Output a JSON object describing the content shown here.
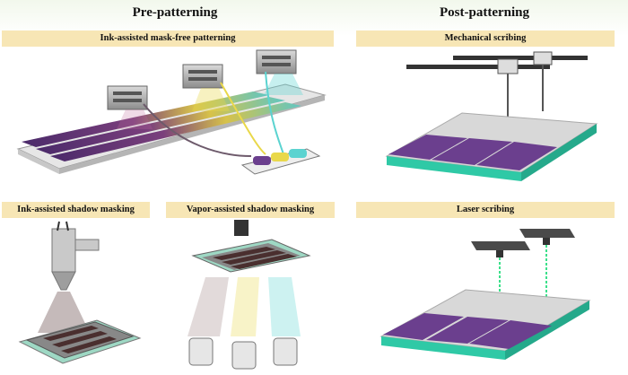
{
  "sections": {
    "pre": "Pre-patterning",
    "post": "Post-patterning"
  },
  "panels": {
    "ink_mask_free": "Ink-assisted mask-free patterning",
    "mechanical": "Mechanical scribing",
    "ink_shadow": "Ink-assisted shadow masking",
    "vapor_shadow": "Vapor-assisted shadow masking",
    "laser": "Laser scribing"
  },
  "colors": {
    "label_bg": "#f7e6b5",
    "perovskite": "#6b3f8e",
    "substrate": "#2fc9a6",
    "laser": "#3be08a",
    "ink_yellow": "#e9d84a",
    "ink_cyan": "#5bd3d0"
  }
}
